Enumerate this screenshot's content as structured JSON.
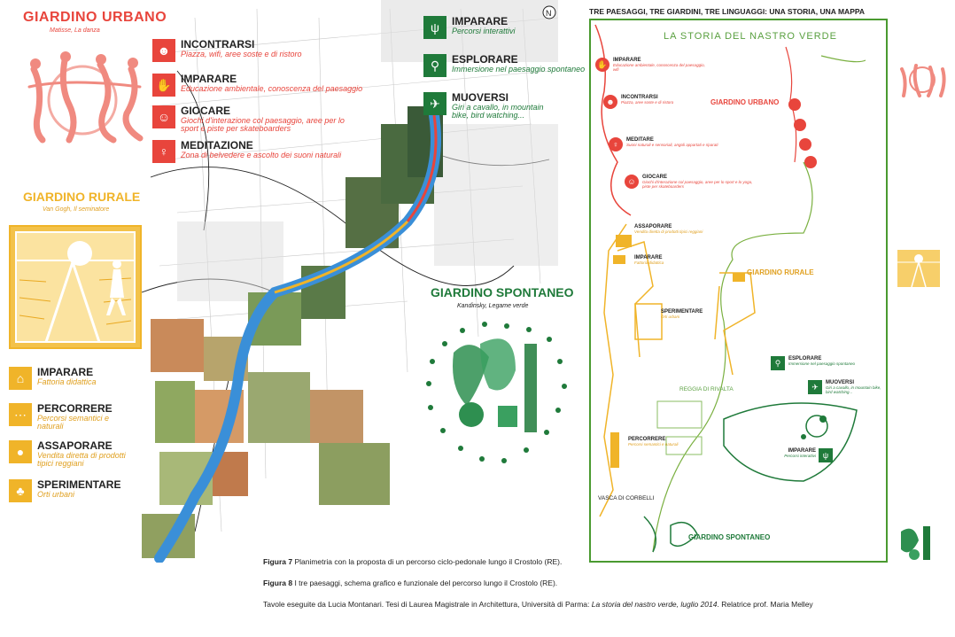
{
  "left_panel": {
    "urbano": {
      "title": "GIARDINO URBANO",
      "subtitle": "Matisse, La danza"
    },
    "rurale": {
      "title": "GIARDINO RURALE",
      "subtitle": "Van Gogh, Il seminatore"
    },
    "rural_items": [
      {
        "icon": "farm-icon",
        "title": "IMPARARE",
        "desc": "Fattoria didattica"
      },
      {
        "icon": "dots-path-icon",
        "title": "PERCORRERE",
        "desc": "Percorsi semantici e naturali"
      },
      {
        "icon": "produce-icon",
        "title": "ASSAPORARE",
        "desc": "Vendita diretta di prodotti tipici reggiani"
      },
      {
        "icon": "gardener-icon",
        "title": "SPERIMENTARE",
        "desc": "Orti urbani"
      }
    ]
  },
  "urban_items": [
    {
      "icon": "people-icon",
      "title": "INCONTRARSI",
      "desc": "Piazza, wifi, aree soste e di ristoro"
    },
    {
      "icon": "hands-icon",
      "title": "IMPARARE",
      "desc": "Educazione ambientale, conoscenza del paesaggio"
    },
    {
      "icon": "play-icon",
      "title": "GIOCARE",
      "desc": "Giochi d'interazione col paesaggio, aree per lo sport e piste per skateboarders"
    },
    {
      "icon": "meditation-icon",
      "title": "MEDITAZIONE",
      "desc": "Zona di belvedere e ascolto dei suoni naturali"
    }
  ],
  "green_items": [
    {
      "icon": "grass-icon",
      "title": "IMPARARE",
      "desc": "Percorsi interattivi"
    },
    {
      "icon": "magnifier-icon",
      "title": "ESPLORARE",
      "desc": "Immersione nel paesaggio spontaneo"
    },
    {
      "icon": "runner-icon",
      "title": "MUOVERSI",
      "desc": "Giri a cavallo, in mountain bike, bird watching..."
    }
  ],
  "spontaneo": {
    "title": "GIARDINO SPONTANEO",
    "subtitle": "Kandinsky, Legame verde"
  },
  "north": "N",
  "right_panel": {
    "header": "TRE PAESAGGI, TRE GIARDINI, TRE LINGUAGGI: UNA STORIA, UNA MAPPA",
    "box_title": "LA STORIA DEL NASTRO VERDE",
    "labels": {
      "urbano": "GIARDINO URBANO",
      "rurale": "GIARDINO RURALE",
      "spontaneo": "GIARDINO SPONTANEO",
      "rivalta": "REGGIA DI RIVALTA",
      "corbelli": "VASCA DI CORBELLI"
    },
    "urban_points": [
      {
        "title": "IMPARARE",
        "desc": "Educazione ambientale, conoscenza del paesaggio, wifi"
      },
      {
        "title": "INCONTRARSI",
        "desc": "Piazza, aree soste e di ristoro"
      },
      {
        "title": "MEDITARE",
        "desc": "Suoni naturali e sensoriali, angoli appartati e riparati"
      },
      {
        "title": "GIOCARE",
        "desc": "Giochi d'interazione col paesaggio, aree per lo sport e lo yoga, piste per skateboarders"
      }
    ],
    "rural_points": [
      {
        "title": "ASSAPORARE",
        "desc": "Vendita diretta di prodotti tipici reggiani"
      },
      {
        "title": "IMPARARE",
        "desc": "Fattoria didattica"
      },
      {
        "title": "SPERIMENTARE",
        "desc": "Orti urbani"
      },
      {
        "title": "PERCORRERE",
        "desc": "Percorsi semantici e naturali"
      }
    ],
    "green_points": [
      {
        "title": "ESPLORARE",
        "desc": "Immersione nel paesaggio spontaneo"
      },
      {
        "title": "MUOVERSI",
        "desc": "Giri a cavallo, in mountain bike, bird watching..."
      },
      {
        "title": "IMPARARE",
        "desc": "Percorsi interattivi"
      }
    ]
  },
  "captions": {
    "fig7_label": "Figura 7",
    "fig7_text": "Planimetria con la proposta di un percorso ciclo-pedonale lungo il Crostolo (RE).",
    "fig8_label": "Figura 8",
    "fig8_text": "I tre paesaggi, schema grafico e funzionale del percorso lungo il Crostolo (RE).",
    "credits_pre": "Tavole eseguite da Lucia Montanari. Tesi di Laurea Magistrale in Architettura, Università di Parma: ",
    "credits_title": "La storia del nastro verde, luglio 2014",
    "credits_post": ". Relatrice prof. Maria Melley"
  },
  "colors": {
    "red": "#e8453c",
    "yellow": "#f0b429",
    "green": "#1f7a3a",
    "river": "#3a8fd8"
  }
}
